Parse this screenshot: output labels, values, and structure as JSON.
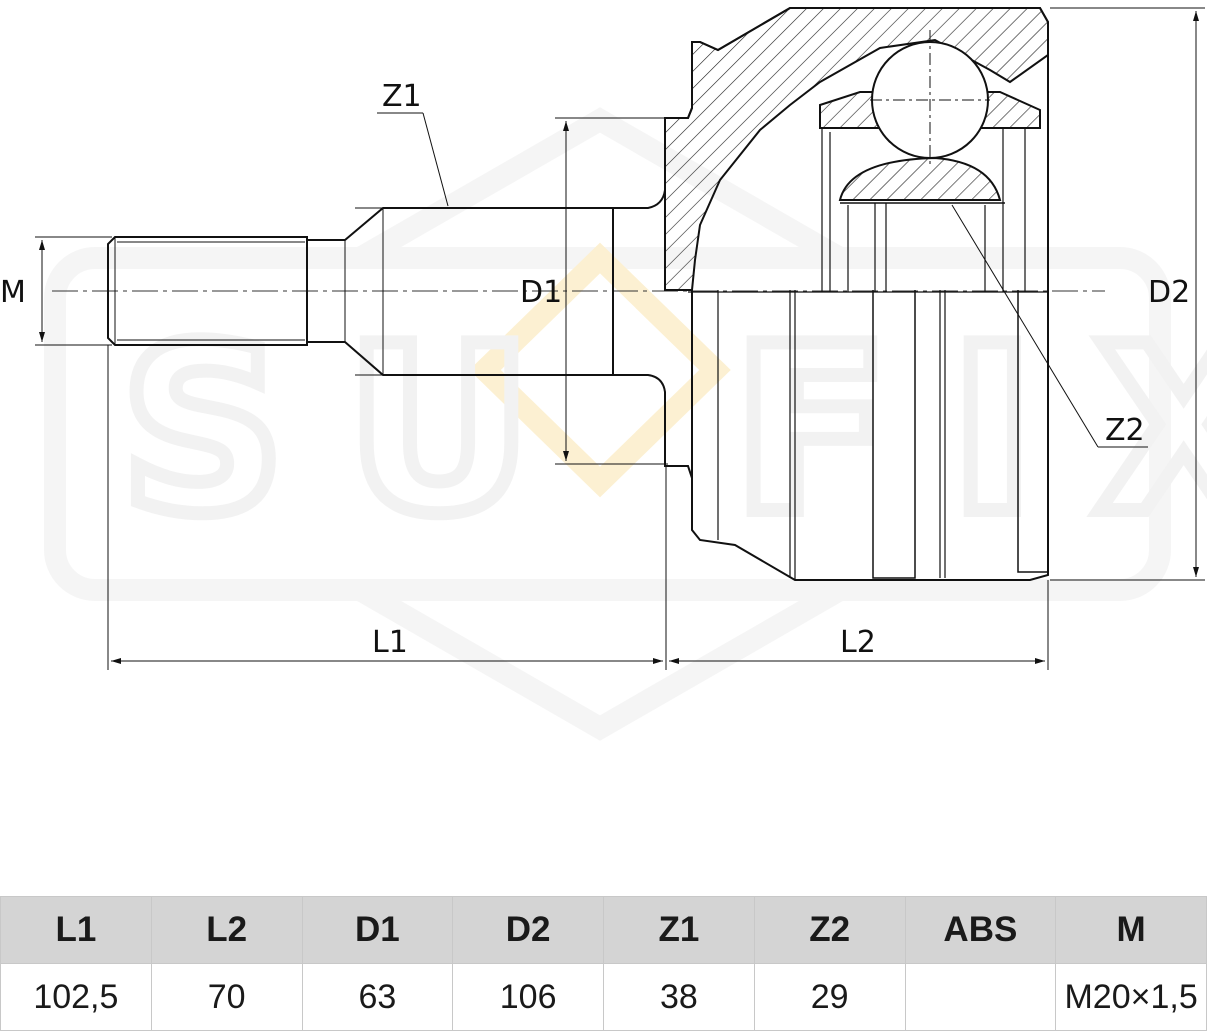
{
  "drawing": {
    "watermark": "SU FIX",
    "labels": {
      "z1": "Z1",
      "z2": "Z2",
      "m": "M",
      "d1": "D1",
      "d2": "D2",
      "l1": "L1",
      "l2": "L2"
    }
  },
  "table": {
    "headers": [
      "L1",
      "L2",
      "D1",
      "D2",
      "Z1",
      "Z2",
      "ABS",
      "M"
    ],
    "values": [
      "102,5",
      "70",
      "63",
      "106",
      "38",
      "29",
      "",
      "M20×1,5"
    ]
  }
}
